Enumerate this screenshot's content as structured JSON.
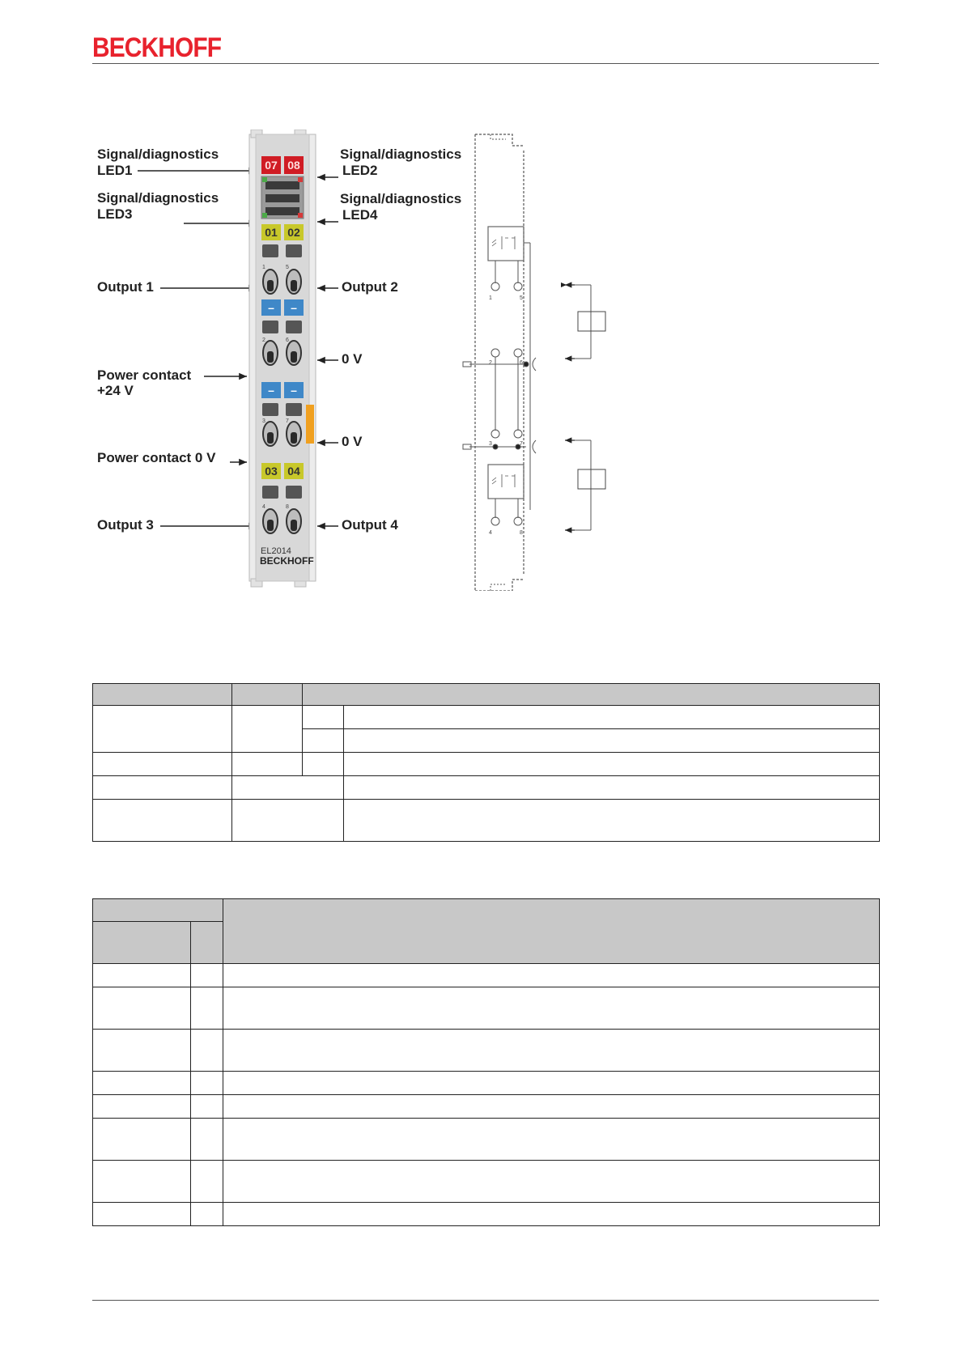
{
  "header": {
    "brand": "BECKHOFF"
  },
  "figure": {
    "labels": {
      "led1_line1": "Signal/diagnostics",
      "led1_line2": "LED1",
      "led2_line1": "Signal/diagnostics",
      "led2_line2": "LED2",
      "led3_line1": "Signal/diagnostics",
      "led3_line2": "LED3",
      "led4_line1": "Signal/diagnostics",
      "led4_line2": "LED4",
      "output1": "Output 1",
      "output2": "Output 2",
      "output3": "Output 3",
      "output4": "Output 4",
      "zero_v_upper": "0 V",
      "zero_v_lower": "0 V",
      "power_24_line1": "Power contact",
      "power_24_line2": "+24 V",
      "power_0v": "Power contact 0 V"
    },
    "module": {
      "led_top_left": "07",
      "led_top_right": "08",
      "led_mid_left": "01",
      "led_mid_right": "02",
      "led_low_left": "03",
      "led_low_right": "04",
      "minus_sign": "–",
      "model": "EL2014",
      "brand": "BECKHOFF",
      "terminals": [
        "1",
        "5",
        "2",
        "6",
        "3",
        "7",
        "4",
        "8"
      ]
    },
    "schematic": {
      "pins": [
        "1",
        "5",
        "2",
        "6",
        "3",
        "7",
        "4",
        "8"
      ]
    },
    "colors": {
      "led_red": "#d01c24",
      "led_yellow": "#c8c82a",
      "terminal_blue": "#3f88c8",
      "power_orange": "#f0a020",
      "housing": "#dcdcdc"
    }
  },
  "table1": {
    "rows": 5
  },
  "table2": {
    "rows": 10
  },
  "footer": {}
}
